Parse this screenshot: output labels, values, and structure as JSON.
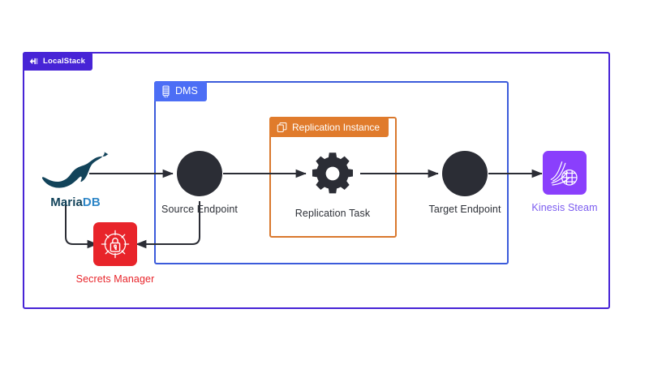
{
  "diagram": {
    "title": "LocalStack DMS replication architecture",
    "type": "architecture-flow"
  },
  "containers": [
    {
      "id": "localstack",
      "label": "LocalStack",
      "icon": "localstack-logo-icon",
      "color": "#4724d6"
    },
    {
      "id": "dms",
      "label": "DMS",
      "icon": "database-icon",
      "color": "#4c6ef5"
    },
    {
      "id": "replication_instance",
      "label": "Replication Instance",
      "icon": "copy-icon",
      "color": "#e07b2c"
    }
  ],
  "nodes": {
    "mariadb": {
      "label_dark": "Maria",
      "label_accent": "DB",
      "icon": "mariadb-seal-icon",
      "color": "#12435a"
    },
    "source": {
      "label": "Source Endpoint",
      "icon": "circle-node-icon",
      "color": "#2b2d35"
    },
    "task": {
      "label": "Replication Task",
      "icon": "gear-icon",
      "color": "#2b2d35"
    },
    "target": {
      "label": "Target Endpoint",
      "icon": "circle-node-icon",
      "color": "#2b2d35"
    },
    "kinesis": {
      "label": "Kinesis Steam",
      "icon": "kinesis-stream-icon",
      "color": "#8a3ffc"
    },
    "secrets": {
      "label": "Secrets Manager",
      "icon": "secrets-manager-lock-icon",
      "color": "#e8242a"
    }
  },
  "connections": [
    {
      "from": "mariadb",
      "to": "source",
      "style": "arrow"
    },
    {
      "from": "source",
      "to": "task",
      "style": "arrow"
    },
    {
      "from": "task",
      "to": "target",
      "style": "arrow"
    },
    {
      "from": "target",
      "to": "kinesis",
      "style": "arrow"
    },
    {
      "from": "mariadb",
      "to": "secrets",
      "style": "elbow-arrow"
    },
    {
      "from": "source",
      "to": "secrets",
      "style": "elbow-arrow"
    }
  ],
  "colors": {
    "localstack_purple": "#4724d6",
    "dms_blue": "#4c6ef5",
    "replication_orange": "#e07b2c",
    "node_dark": "#2b2d35",
    "kinesis_purple": "#8a3ffc",
    "secrets_red": "#e8242a",
    "wire": "#2b2d35",
    "background": "#ffffff"
  }
}
